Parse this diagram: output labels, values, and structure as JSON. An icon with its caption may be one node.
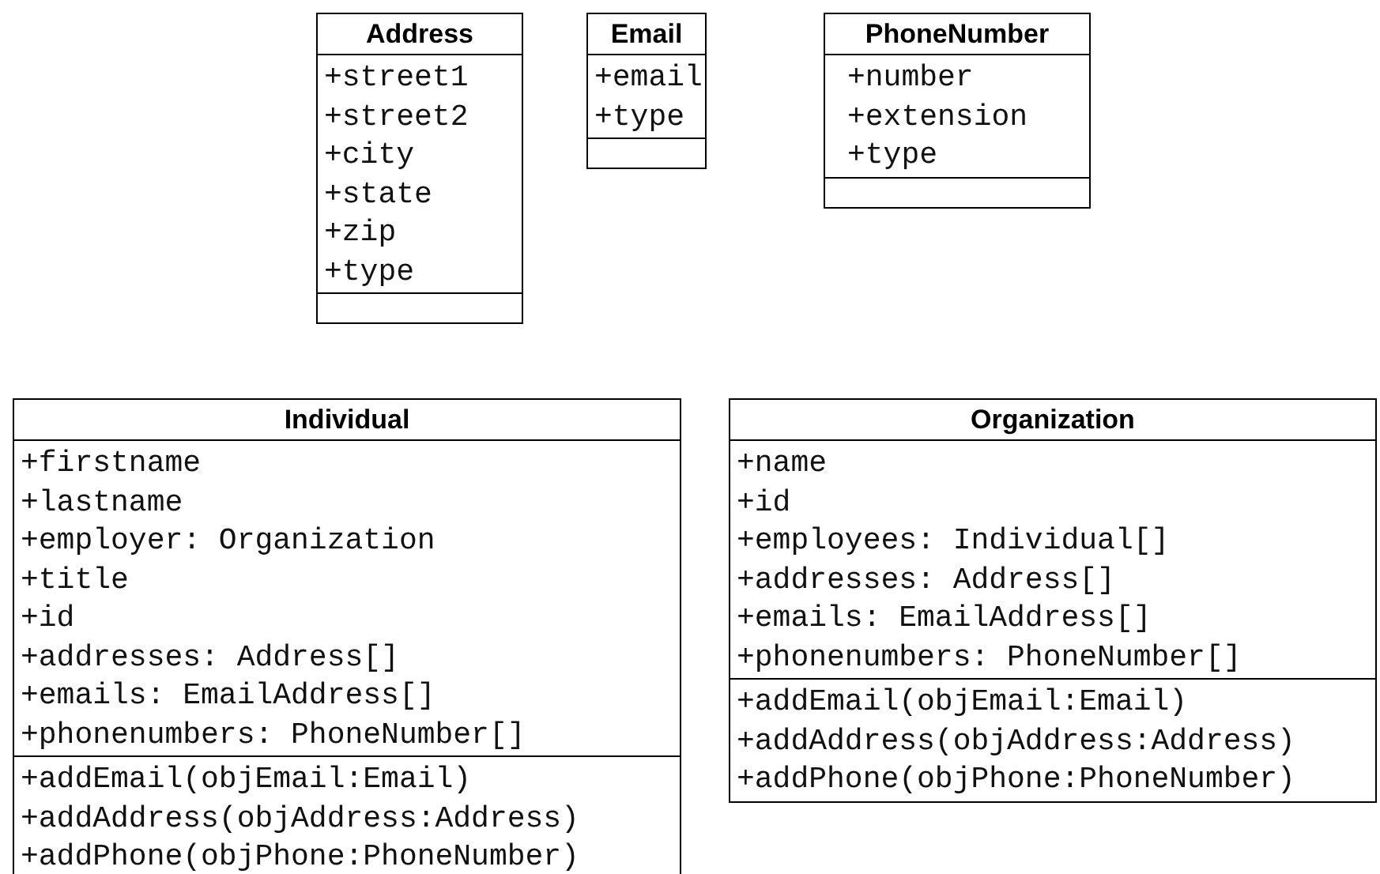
{
  "diagram": {
    "nodes": [
      {
        "text": [
          "Address",
          "+street1 +street2 +city +state +zip +type"
        ]
      },
      {
        "text": [
          "Email",
          "+email +type"
        ]
      },
      {
        "text": [
          "PhoneNumber",
          "+number +extension +type"
        ]
      },
      {
        "text": [
          "Individual",
          "+firstname +lastname +employer: Organization +title +id +addresses: Address[] +emails: EmailAddress[] +phonenumbers: PhoneNumber[]",
          "+addEmail(objEmail:Email) +addAddress(objAddress:Address) +addPhone(objPhone:PhoneNumber)"
        ]
      },
      {
        "text": [
          "Organization",
          "+name +id +employees: Individual[] +addresses: Address[] +emails: EmailAddress[] +phonenumbers: PhoneNumber[]",
          "+addEmail(objEmail:Email) +addAddress(objAddress:Address) +addPhone(objPhone:PhoneNumber)"
        ]
      }
    ]
  }
}
